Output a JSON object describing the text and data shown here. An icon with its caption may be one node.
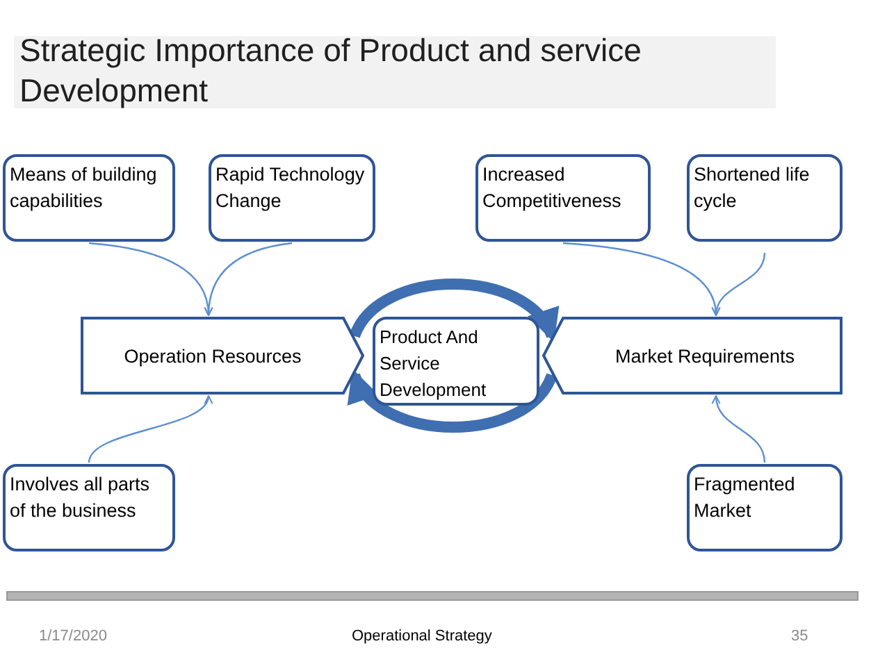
{
  "diagram": {
    "title": "Strategic Importance of Product and service Development",
    "nodes": [
      {
        "text": [
          "Means of building capabilities"
        ]
      },
      {
        "text": [
          "Rapid Technology Change"
        ]
      },
      {
        "text": [
          "Increased Competitiveness"
        ]
      },
      {
        "text": [
          "Shortened life cycle"
        ]
      },
      {
        "text": [
          "Operation Resources"
        ]
      },
      {
        "text": [
          "Product And Service Development"
        ]
      },
      {
        "text": [
          "Market Requirements"
        ]
      },
      {
        "text": [
          "Involves all parts of the business"
        ]
      },
      {
        "text": [
          "Fragmented Market"
        ]
      }
    ],
    "edges": [
      {
        "from": 0,
        "to": 4,
        "arrow": "to"
      },
      {
        "from": 1,
        "to": 4,
        "arrow": "to"
      },
      {
        "from": 2,
        "to": 6,
        "arrow": "to"
      },
      {
        "from": 3,
        "to": 6,
        "arrow": "to"
      },
      {
        "from": 7,
        "to": 4,
        "arrow": "to"
      },
      {
        "from": 8,
        "to": 6,
        "arrow": "to"
      },
      {
        "from": 4,
        "to": 6,
        "arrow": "to",
        "style": "thick",
        "color": "#3f6fb0"
      },
      {
        "from": 6,
        "to": 4,
        "arrow": "to",
        "style": "thick",
        "color": "#3f6fb0"
      }
    ],
    "labels": [
      "1/17/2020",
      "Operational Strategy",
      "35"
    ]
  }
}
